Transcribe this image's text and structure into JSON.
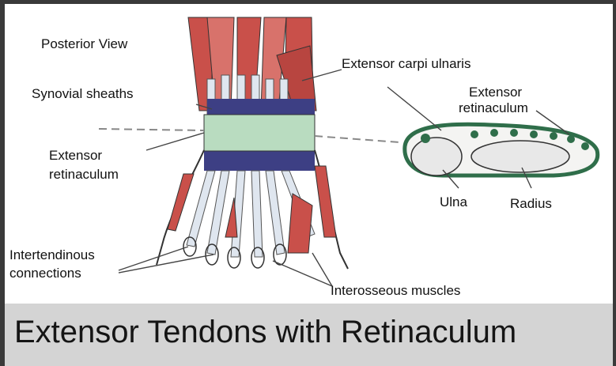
{
  "figure": {
    "view_label": "Posterior View",
    "caption": "Extensor Tendons with Retinaculum",
    "colors": {
      "muscle": "#c9504a",
      "tendon": "#dfe6ef",
      "sheath": "#3d3f84",
      "retinaculum": "#b9dcc0",
      "cross_section": "#2f6e4a",
      "caption_bar": "#d4d4d4"
    }
  },
  "labels": {
    "extensor_carpi_ulnaris": "Extensor carpi ulnaris",
    "synovial_sheaths": "Synovial sheaths",
    "extensor_retinaculum_left_line1": "Extensor",
    "extensor_retinaculum_left_line2": "retinaculum",
    "extensor_retinaculum_right_line1": "Extensor",
    "extensor_retinaculum_right_line2": "retinaculum",
    "ulna": "Ulna",
    "radius": "Radius",
    "intertendinous_line1": "Intertendinous",
    "intertendinous_line2": "connections",
    "interosseous_muscles": "Interosseous muscles"
  }
}
